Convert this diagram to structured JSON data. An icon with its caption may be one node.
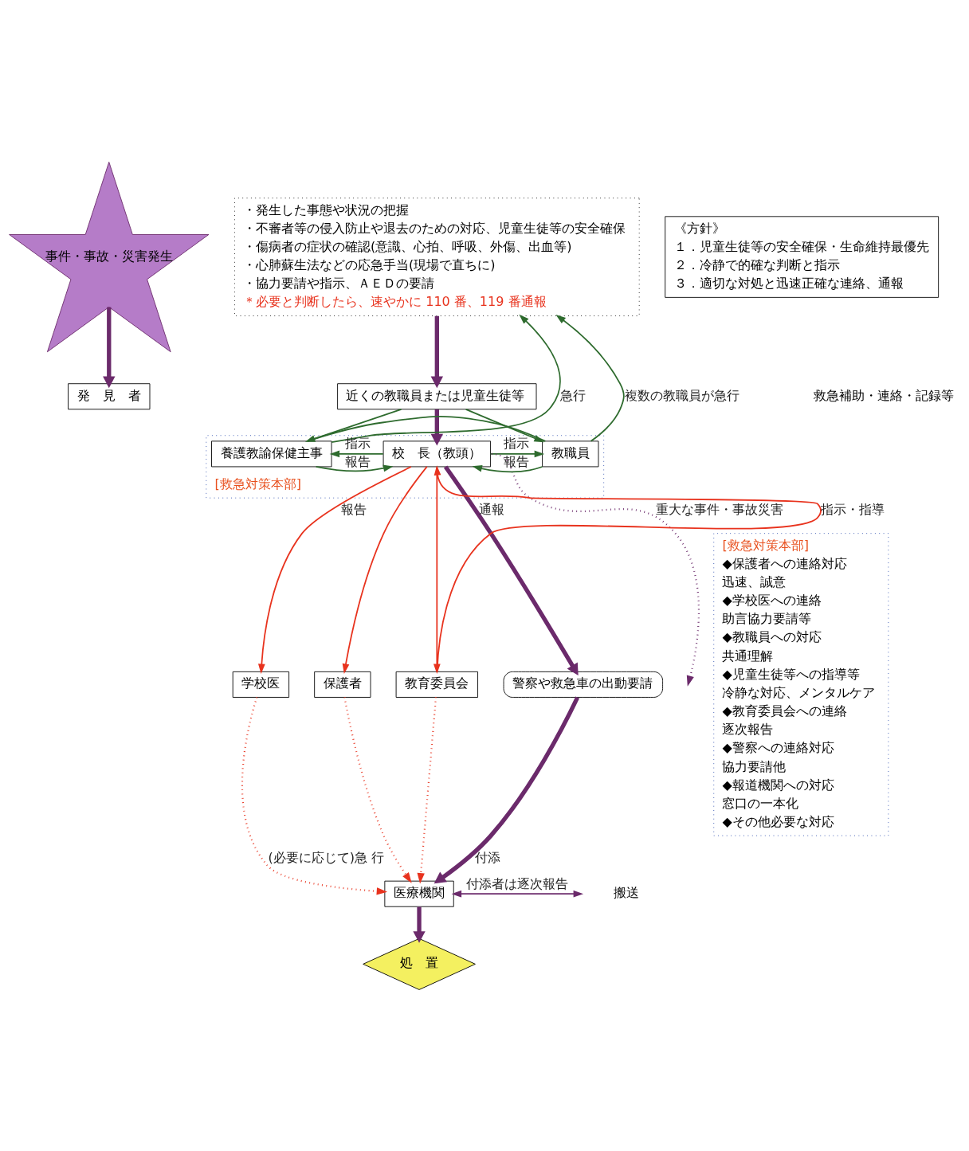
{
  "diagram": {
    "nodes": [
      {
        "text": [
          "事件・事故・災害発生"
        ]
      },
      {
        "text": [
          "発　見　者"
        ]
      },
      {
        "text": [
          "・発生した事態や状況の把握",
          "・不審者等の侵入防止や退去のための対応、児童生徒等の安全確保",
          "・傷病者の症状の確認(意識、心拍、呼吸、外傷、出血等)",
          "・心肺蘇生法などの応急手当(現場で直ちに)",
          "・協力要請や指示、ＡＥＤの要請",
          "＊必要と判断したら、速やかに 110 番、119 番通報"
        ]
      },
      {
        "text": [
          "近くの教職員または児童生徒等"
        ]
      },
      {
        "text": [
          "[救急対策本部]"
        ]
      },
      {
        "text": [
          "養護教諭保健主事"
        ],
        "in": 4
      },
      {
        "text": [
          "校　長（教頭）"
        ],
        "in": 4
      },
      {
        "text": [
          "教職員"
        ],
        "in": 4
      },
      {
        "text": [
          "学校医"
        ]
      },
      {
        "text": [
          "保護者"
        ]
      },
      {
        "text": [
          "教育委員会"
        ]
      },
      {
        "text": [
          "警察や救急車の出動要請"
        ]
      },
      {
        "text": [
          "医療機関"
        ]
      },
      {
        "text": [
          "処　置"
        ]
      },
      {
        "text": [
          "《方針》",
          "１．児童生徒等の安全確保・生命維持最優先",
          "２．冷静で的確な判断と指示",
          "３．適切な対処と迅速正確な連絡、通報"
        ]
      },
      {
        "text": [
          "[救急対策本部]",
          "◆保護者への連絡対応",
          "迅速、誠意",
          "◆学校医への連絡",
          "助言協力要請等",
          "◆教職員への対応",
          "共通理解",
          "◆児童生徒等への指導等",
          "冷静な対応、メンタルケア",
          "◆教育委員会への連絡",
          "逐次報告",
          "◆警察への連絡対応",
          "協力要請他",
          "◆報道機関への対応",
          "窓口の一本化",
          "◆その他必要な対応"
        ]
      }
    ],
    "edges": [
      {
        "from": 0,
        "to": 1,
        "arrow": "to",
        "style": "thick",
        "color": "#6b2a6b"
      },
      {
        "from": 2,
        "to": 3,
        "arrow": "to",
        "style": "thick",
        "color": "#6b2a6b"
      },
      {
        "from": 3,
        "to": 6,
        "arrow": "to",
        "style": "thick",
        "color": "#6b2a6b"
      },
      {
        "from": 3,
        "to": 5,
        "arrow": "to",
        "color": "#2e6b2e"
      },
      {
        "from": 3,
        "to": 7,
        "arrow": "to",
        "color": "#2e6b2e"
      },
      {
        "from": 6,
        "to": 5,
        "arrow": "to",
        "label": "指示",
        "color": "#2e6b2e"
      },
      {
        "from": 5,
        "to": 6,
        "arrow": "to",
        "label": "報告",
        "color": "#2e6b2e"
      },
      {
        "from": 6,
        "to": 7,
        "arrow": "to",
        "label": "指示",
        "color": "#2e6b2e"
      },
      {
        "from": 7,
        "to": 6,
        "arrow": "to",
        "label": "報告",
        "color": "#2e6b2e"
      },
      {
        "from": 5,
        "to": 2,
        "arrow": "to",
        "label": "急行",
        "color": "#2e6b2e"
      },
      {
        "from": 7,
        "to": 2,
        "arrow": "to",
        "label": "複数の教職員が急行",
        "color": "#2e6b2e"
      },
      {
        "from": 5,
        "to": 7,
        "arrow": "none",
        "color": "#2e6b2e"
      },
      {
        "from": 6,
        "to": 11,
        "arrow": "to",
        "label": "通報",
        "style": "thick",
        "color": "#6b2a6b"
      },
      {
        "from": 6,
        "to": 8,
        "arrow": "to",
        "label": "報告",
        "color": "#e8331e"
      },
      {
        "from": 6,
        "to": 9,
        "arrow": "to",
        "color": "#e8331e"
      },
      {
        "from": 6,
        "to": 10,
        "arrow": "to",
        "color": "#e8331e"
      },
      {
        "from": 10,
        "to": 6,
        "arrow": "to",
        "label": "指示・指導",
        "color": "#e8331e"
      },
      {
        "from": 11,
        "to": 12,
        "arrow": "to",
        "label": "付添",
        "style": "thick",
        "color": "#6b2a6b"
      },
      {
        "from": 12,
        "to": 13,
        "arrow": "to",
        "style": "thick",
        "color": "#6b2a6b"
      },
      {
        "from": 8,
        "to": 12,
        "arrow": "to",
        "label": "(必要に応じて)急 行",
        "style": "dashed",
        "color": "#e8331e"
      },
      {
        "from": 9,
        "to": 12,
        "arrow": "to",
        "style": "dashed",
        "color": "#e8331e"
      },
      {
        "from": 10,
        "to": 12,
        "arrow": "to",
        "style": "dashed",
        "color": "#e8331e"
      },
      {
        "from": 6,
        "to": null,
        "arrow": "to",
        "label": "重大な事件・事故災害",
        "style": "dashed",
        "color": "#6b2a6b"
      },
      {
        "from": 12,
        "to": null,
        "arrow": "both",
        "label": "付添者は逐次報告",
        "color": "#6b2a6b"
      }
    ],
    "labels": [
      "救急補助・連絡・記録等",
      "搬送"
    ]
  }
}
